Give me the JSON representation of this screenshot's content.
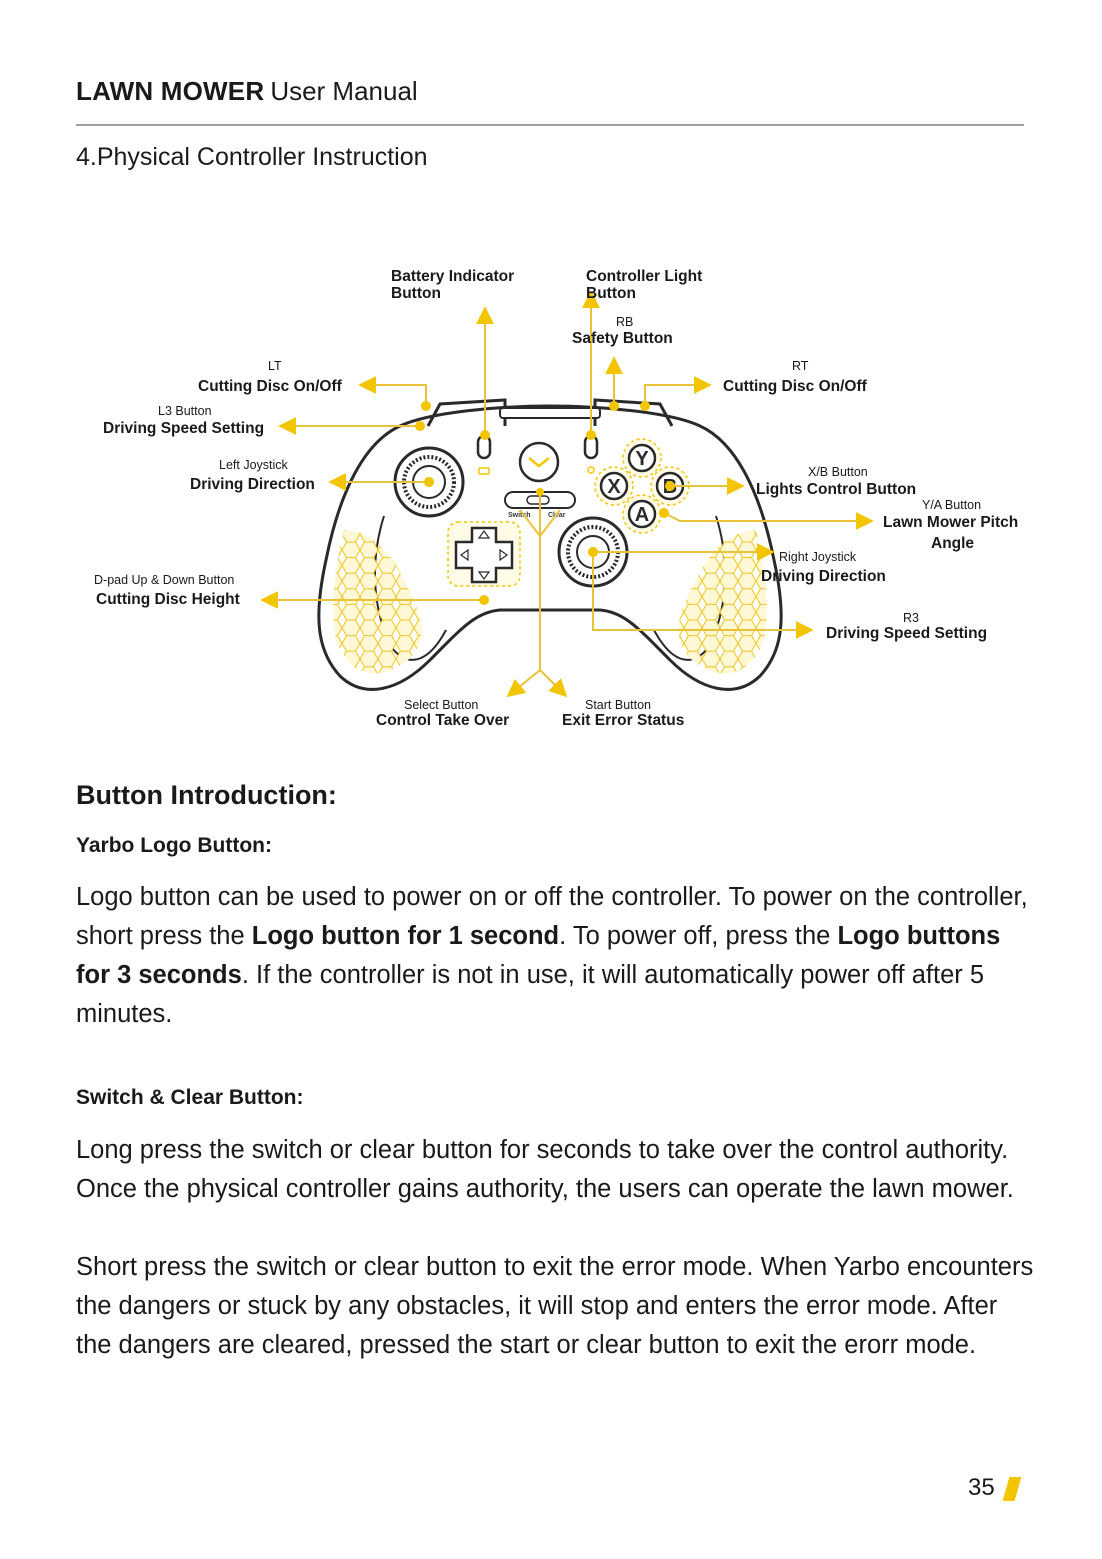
{
  "header": {
    "brand": "LAWN MOWER",
    "subtitle": "User Manual"
  },
  "section": {
    "title": "4.Physical Controller Instruction"
  },
  "diagram": {
    "labels": {
      "battery": {
        "line1": "Battery Indicator",
        "line2": "Button"
      },
      "ctrl_light": {
        "line1": "Controller Light",
        "line2": "Button"
      },
      "rb": {
        "sub": "RB",
        "main": "Safety Button"
      },
      "lt": {
        "sub": "LT",
        "main": "Cutting Disc On/Off"
      },
      "rt": {
        "sub": "RT",
        "main": "Cutting Disc On/Off"
      },
      "l3": {
        "sub": "L3 Button",
        "main": "Driving Speed Setting"
      },
      "left_joy": {
        "sub": "Left Joystick",
        "main": "Driving Direction"
      },
      "xb": {
        "sub": "X/B Button",
        "main": "Lights Control Button"
      },
      "ya": {
        "sub": "Y/A Button",
        "main1": "Lawn Mower Pitch",
        "main2": "Angle"
      },
      "right_joy": {
        "sub": "Right Joystick",
        "main": "Driving Direction"
      },
      "dpad": {
        "sub": "D-pad Up & Down Button",
        "main": "Cutting Disc Height"
      },
      "r3": {
        "sub": "R3",
        "main": "Driving Speed Setting"
      },
      "select": {
        "sub": "Select Button",
        "main": "Control Take Over"
      },
      "start": {
        "sub": "Start Button",
        "main": "Exit Error Status"
      }
    },
    "controller_text": {
      "switch": "Switch",
      "clear": "Clear",
      "y": "Y",
      "x": "X",
      "b": "B",
      "a": "A"
    },
    "colors": {
      "accent": "#f2c500",
      "line": "#e8c33a",
      "outline": "#2a2a2a"
    }
  },
  "intro": {
    "heading": "Button Introduction:",
    "logo": {
      "heading": "Yarbo Logo Button:",
      "t1": "Logo button can be used to power on or off the controller. To power on the controller, short press the ",
      "b1": "Logo button for 1 second",
      "t2": ". To power off, press the ",
      "b2": "Logo buttons for 3 seconds",
      "t3": ". If the controller is not in use, it will automatically power off after 5 minutes."
    },
    "switch": {
      "heading": "Switch & Clear Button:",
      "p1": "Long press the switch or clear button for seconds to take over the control authority. Once the physical controller gains authority, the users can operate the lawn mower.",
      "p2": "Short press the switch or clear button to exit the error mode. When Yarbo encounters the dangers or stuck by any obstacles, it will stop and enters the error mode. After the dangers are cleared, pressed the start or clear button to exit the erorr mode."
    }
  },
  "footer": {
    "page_number": "35"
  }
}
